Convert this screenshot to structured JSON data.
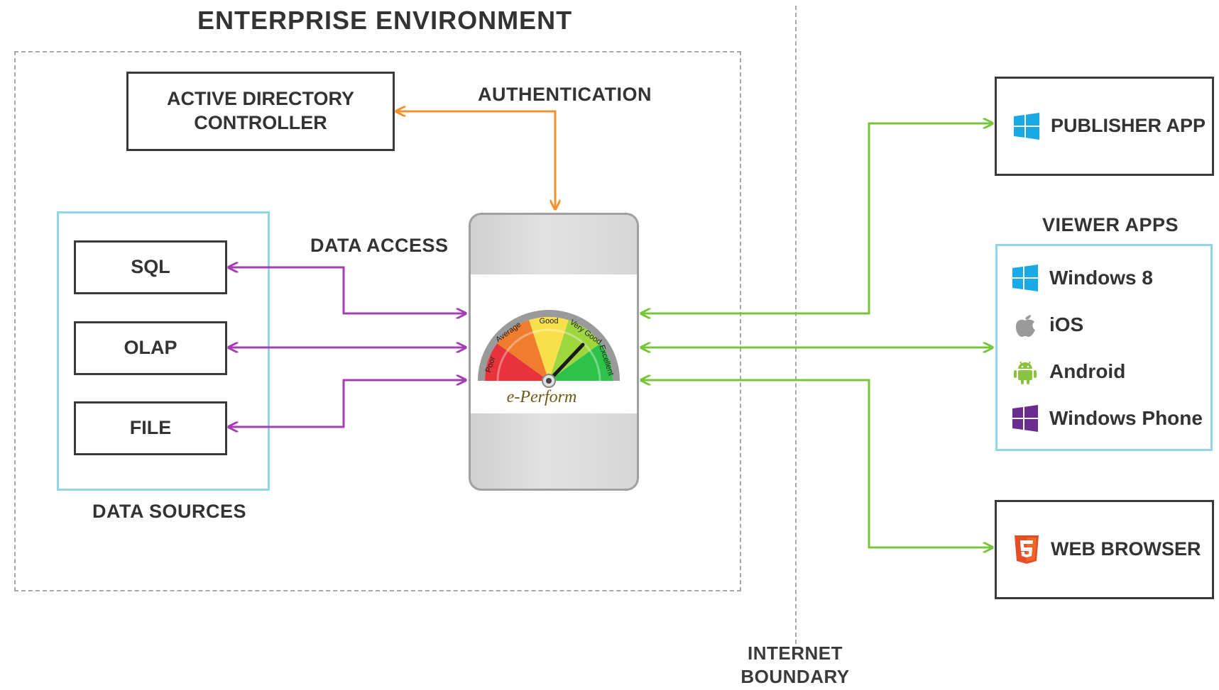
{
  "labels": {
    "enterprise": "ENTERPRISE ENVIRONMENT",
    "authentication": "AUTHENTICATION",
    "data_access": "DATA ACCESS",
    "data_sources": "DATA SOURCES",
    "viewer_apps": "VIEWER APPS",
    "internet_boundary_line1": "INTERNET",
    "internet_boundary_line2": "BOUNDARY"
  },
  "boxes": {
    "ad_line1": "ACTIVE DIRECTORY",
    "ad_line2": "CONTROLLER",
    "sql": "SQL",
    "olap": "OLAP",
    "file": "FILE",
    "publisher": "PUBLISHER APP",
    "web_browser": "WEB BROWSER"
  },
  "viewer_apps": [
    {
      "label": "Windows 8",
      "icon": "windows-icon"
    },
    {
      "label": "iOS",
      "icon": "apple-icon"
    },
    {
      "label": "Android",
      "icon": "android-icon"
    },
    {
      "label": "Windows Phone",
      "icon": "windows-phone-icon"
    }
  ],
  "gauge": {
    "segments": [
      "Poor",
      "Average",
      "Good",
      "Very Good",
      "Excellent"
    ],
    "brand": "e-Perform"
  },
  "colors": {
    "authentication": "#f0922b",
    "data_access": "#a43fb0",
    "clients": "#78c43a",
    "windows_blue": "#18a9e6",
    "windows_phone_purple": "#6b2c91",
    "android_green": "#8ac43f",
    "html5_orange": "#e44d26",
    "boundary_blue": "#8fd6ea"
  }
}
